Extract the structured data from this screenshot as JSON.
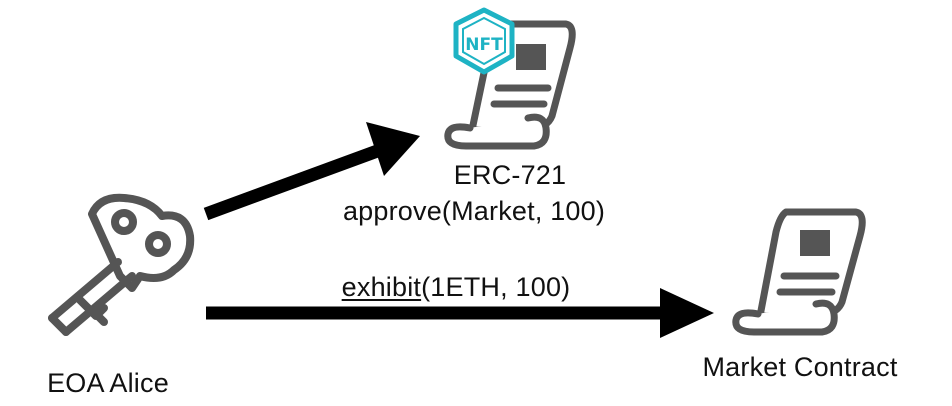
{
  "nodes": {
    "alice": {
      "label": "EOA Alice",
      "icon": "key-icon"
    },
    "nft_contract": {
      "label": "ERC-721",
      "icon": "contract-scroll-icon",
      "badge_text": "NFT",
      "badge_color": "#1eb3c4"
    },
    "market": {
      "label": "Market Contract",
      "icon": "contract-scroll-icon"
    }
  },
  "edges": {
    "approve_call": {
      "from": "alice",
      "to": "nft_contract",
      "label": "approve(Market, 100)"
    },
    "exhibit_call": {
      "from": "alice",
      "to": "market",
      "label_function": "exhibit",
      "label_args": "(1ETH, 100)"
    }
  },
  "colors": {
    "icon_stroke": "#555555",
    "arrow": "#000000",
    "text": "#111111"
  }
}
